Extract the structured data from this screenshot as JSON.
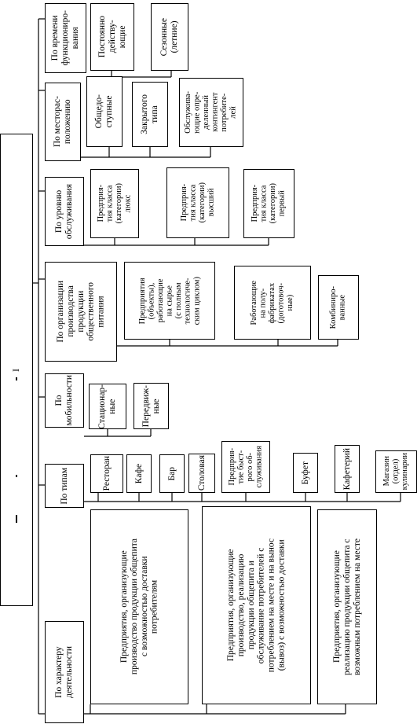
{
  "root": {
    "label": "I"
  },
  "categories": [
    {
      "label": "По характеру\nдеятельности",
      "items": [
        "Предприятия, организующие\nпроизводство продукции общепита\nс возможностью доставки\nпотребителям",
        "Предприятия, организующие\nпроизводство, реализацию\nпродукции общепита и\nобслуживание потребителей с\nпотреблением на месте и на вынос\n(вывоз) с возможностью доставки",
        "Предприятия, организующие\nреализацию продукции общепита с\nвозможным потреблением на месте"
      ]
    },
    {
      "label": "По типам",
      "items": [
        "Ресторан",
        "Кафе",
        "Бар",
        "Столовая",
        "Предприя-\nтие быст-\nрого об-\nслуживания",
        "Буфет",
        "Кафетерий",
        "Магазин\n(отдел)\nкулинарии"
      ]
    },
    {
      "label": "По\nмобильности",
      "items": [
        "Стационар-\nные",
        "Передвиж-\nные"
      ]
    },
    {
      "label": "По организации\nпроизводства\nпродукции\nобщественного\nпитания",
      "items": [
        "Предприятия\n(объекты),\nработающие\nна сырье\n(с полным\nтехнологиче-\nским циклом)",
        "Работающие\nна полу-\nфабрикатах\n(доготовоч-\nные)",
        "Комбиниро-\nванные"
      ]
    },
    {
      "label": "По уровню\nобслуживания",
      "items": [
        "Предприя-\nтия класса\n(категории)\nлюкс",
        "Предприя-\nтия класса\n(категории)\nвысший",
        "Предприя-\nтия класса\n(категории)\nпервый"
      ]
    },
    {
      "label": "По месторас-\nположению",
      "items": [
        "Общедо-\nступные",
        "Закрытого\nтипа",
        "Обслужива-\nющие опре-\nделенный\nконтингент\nпотребите-\nлей"
      ]
    },
    {
      "label": "По времени\nфункциониро-\nвания",
      "items": [
        "Постоянно\nдейству-\nющие",
        "Сезонные\n(летние)"
      ]
    }
  ]
}
